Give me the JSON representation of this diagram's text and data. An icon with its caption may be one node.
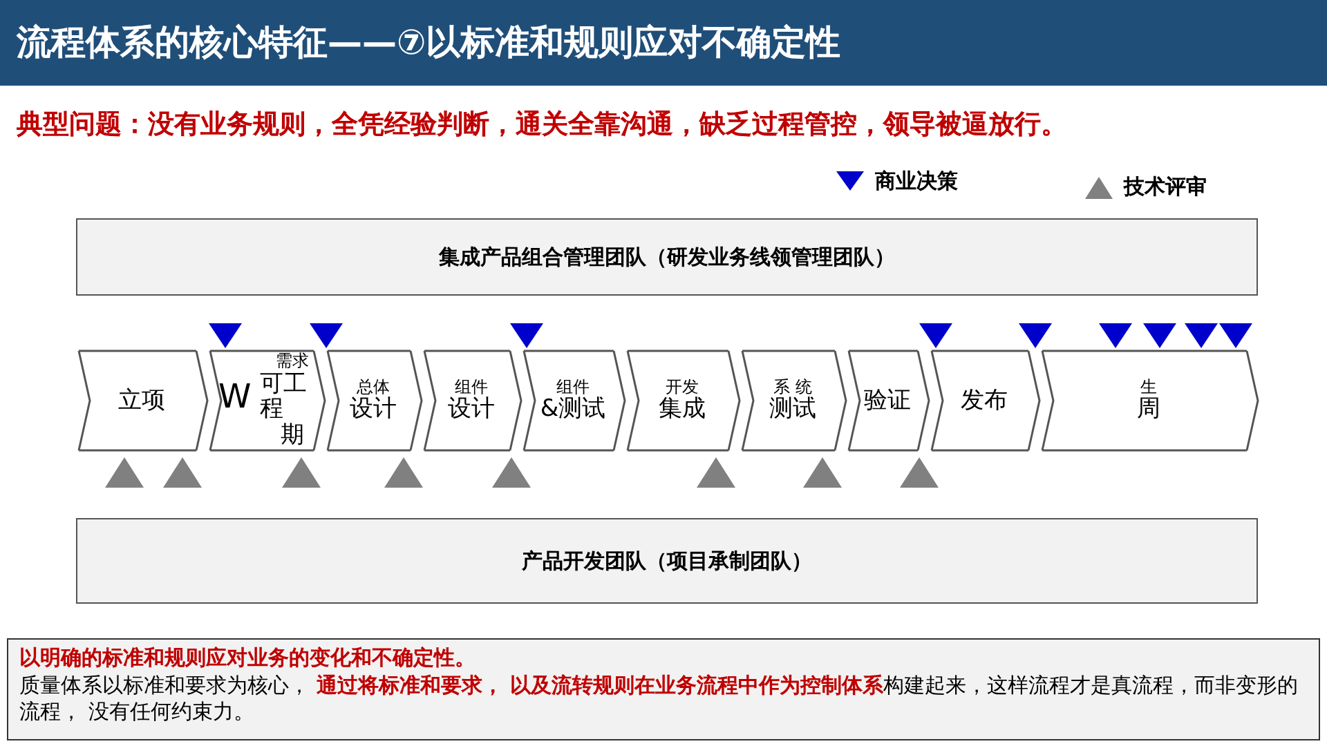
{
  "diagram": {
    "title": "流程体系的核心特征——⑦以标准和规则应对不确定性",
    "nodes": [
      {
        "text": [
          "集成产品组合管理团队（研发业务线领管理团队）"
        ]
      },
      {
        "text": [
          "立项"
        ]
      },
      {
        "text": [
          "需求",
          "可工程",
          "期"
        ]
      },
      {
        "text": [
          "总体",
          "设计"
        ]
      },
      {
        "text": [
          "组件",
          "设计"
        ]
      },
      {
        "text": [
          "组件",
          "&测试"
        ]
      },
      {
        "text": [
          "开发",
          "集成"
        ]
      },
      {
        "text": [
          "系 统",
          "测试"
        ]
      },
      {
        "text": [
          "验证"
        ]
      },
      {
        "text": [
          "发布"
        ]
      },
      {
        "text": [
          "生",
          "周"
        ]
      },
      {
        "text": [
          "产品开发团队（项目承制团队）"
        ]
      },
      {
        "text": [
          "以明确的标准和规则应对业务的变化和不确定性。",
          "质量体系以标准和要求为核心， **通过将标准和要求， 以及流转规则在业务流程中作为控制体系**构建起来，这样流程才是真流程，而非变形的流程， 没有任何约束力。"
        ]
      }
    ],
    "labels": [
      "典型问题：没有业务规则，全凭经验判断，通关全靠沟通，缺乏过程管控，领导被逼放行。",
      "W"
    ],
    "legend": [
      {
        "text": "商业决策"
      },
      {
        "text": "技术评审"
      }
    ]
  }
}
